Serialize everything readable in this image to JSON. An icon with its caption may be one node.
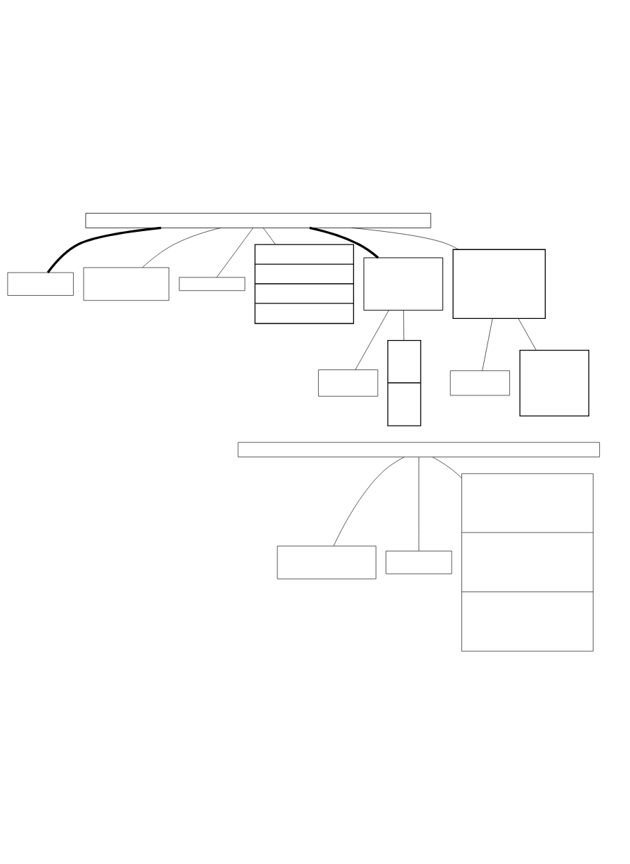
{
  "diagram": {
    "nodes": [
      {
        "text": [],
        "shape": "box"
      },
      {
        "text": [],
        "shape": "box"
      },
      {
        "text": [],
        "shape": "box"
      },
      {
        "text": [],
        "shape": "box"
      },
      {
        "text": [],
        "shape": "box"
      },
      {
        "text": [],
        "shape": "box"
      },
      {
        "text": [],
        "shape": "box"
      },
      {
        "text": [],
        "shape": "box"
      },
      {
        "text": [],
        "shape": "box"
      },
      {
        "text": [],
        "shape": "box"
      },
      {
        "text": [],
        "shape": "box"
      },
      {
        "text": [],
        "shape": "box"
      },
      {
        "text": [],
        "shape": "box"
      },
      {
        "text": [],
        "shape": "box"
      },
      {
        "text": [],
        "shape": "box"
      }
    ],
    "edges": [
      {
        "from": 0,
        "to": 4,
        "arrow": "none"
      },
      {
        "from": 0,
        "to": 1,
        "arrow": "none",
        "style": "thick"
      },
      {
        "from": 0,
        "to": 2,
        "arrow": "none"
      },
      {
        "from": 0,
        "to": 5,
        "arrow": "none",
        "style": "thick"
      },
      {
        "from": 0,
        "to": 8,
        "arrow": "none"
      },
      {
        "from": 0,
        "to": 3,
        "arrow": "none"
      },
      {
        "from": 5,
        "to": 6,
        "arrow": "none"
      },
      {
        "from": 5,
        "to": 7,
        "arrow": "none"
      },
      {
        "from": 8,
        "to": 9,
        "arrow": "none"
      },
      {
        "from": 8,
        "to": 10,
        "arrow": "none"
      },
      {
        "from": 11,
        "to": 12,
        "arrow": "none"
      },
      {
        "from": 11,
        "to": 13,
        "arrow": "none"
      },
      {
        "from": 11,
        "to": 14,
        "arrow": "none"
      }
    ]
  }
}
